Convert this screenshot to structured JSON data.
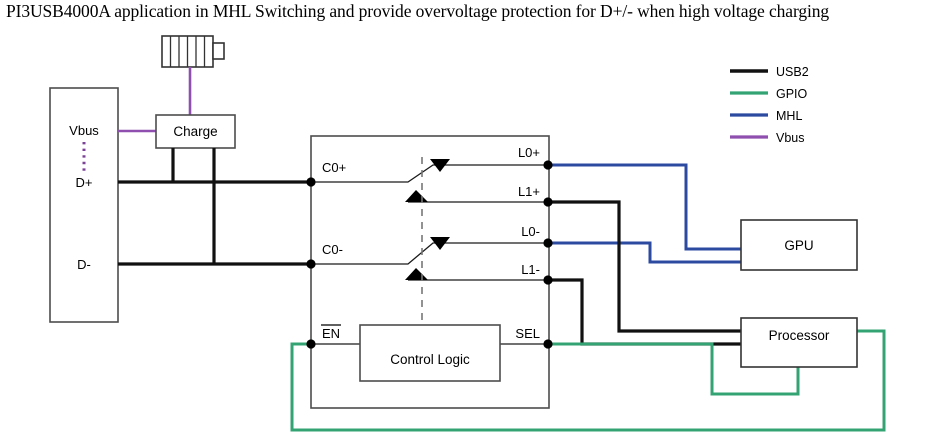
{
  "title": "PI3USB4000A application in MHL Switching and provide overvoltage protection for D+/- when high voltage charging",
  "blocks": {
    "connector": {
      "pins": [
        "Vbus",
        "D+",
        "D-"
      ]
    },
    "charge": {
      "label": "Charge"
    },
    "battery": {
      "name": "battery-icon",
      "cells": 6
    },
    "switch_ic": {
      "left_pins": [
        "C0+",
        "C0-",
        "EN"
      ],
      "right_pins": [
        "L0+",
        "L1+",
        "L0-",
        "L1-",
        "SEL"
      ],
      "control_logic": {
        "label": "Control Logic"
      }
    },
    "gpu": {
      "label": "GPU"
    },
    "processor": {
      "label": "Processor"
    }
  },
  "legend": {
    "items": [
      {
        "label": "USB2",
        "color": "#111111"
      },
      {
        "label": "GPIO",
        "color": "#34a373"
      },
      {
        "label": "MHL",
        "color": "#2b4aa0"
      },
      {
        "label": "Vbus",
        "color": "#8e4fae"
      }
    ]
  },
  "colors": {
    "usb2": "#111111",
    "gpio": "#34a373",
    "mhl": "#2b4aa0",
    "vbus": "#8e4fae",
    "block_stroke": "#4d4d4d",
    "background": "#ffffff"
  }
}
